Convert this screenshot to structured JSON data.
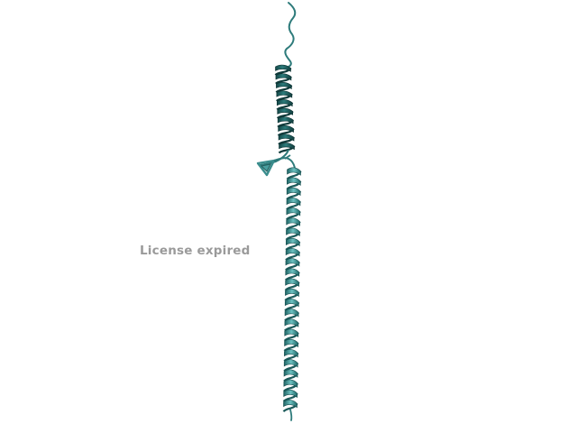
{
  "viewer": {
    "watermark_text": "License expired",
    "structure": {
      "representation": "cartoon",
      "segments": [
        "n-terminal-coil",
        "upper-helix",
        "beta-hairpin-loop",
        "lower-helix",
        "c-terminal-coil"
      ]
    }
  },
  "colors": {
    "background": "#ffffff",
    "watermark": "#9a9a9a",
    "helix_dark": "#1f5f5f",
    "helix_mid": "#2f8585",
    "helix_light": "#5fb3b3",
    "coil": "#2e7b7b"
  }
}
